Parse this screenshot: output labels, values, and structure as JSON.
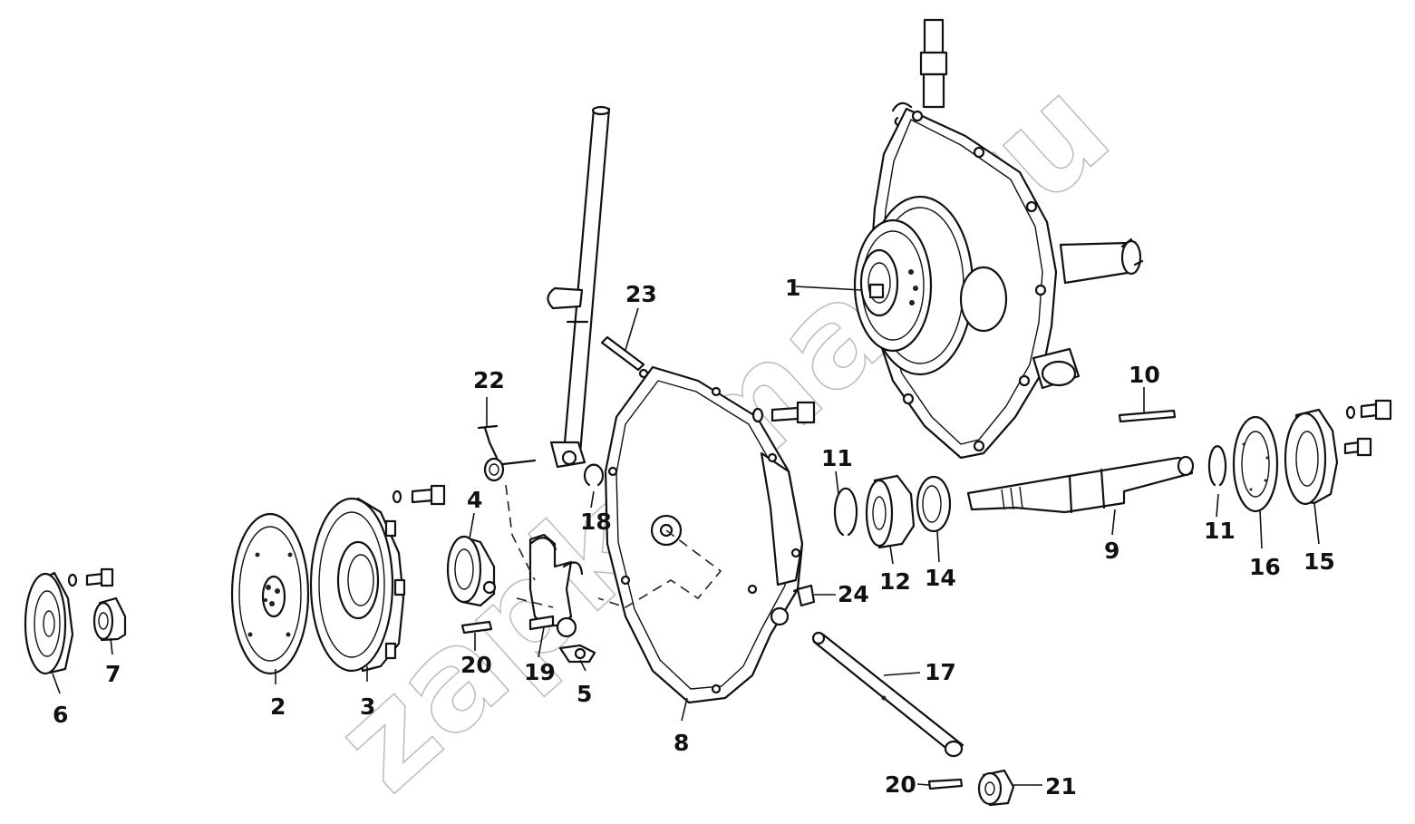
{
  "watermark": "zapkamaz.ru",
  "callouts": [
    {
      "id": "1",
      "text": "1"
    },
    {
      "id": "2",
      "text": "2"
    },
    {
      "id": "3",
      "text": "3"
    },
    {
      "id": "4",
      "text": "4"
    },
    {
      "id": "5",
      "text": "5"
    },
    {
      "id": "6",
      "text": "6"
    },
    {
      "id": "7",
      "text": "7"
    },
    {
      "id": "8",
      "text": "8"
    },
    {
      "id": "9",
      "text": "9"
    },
    {
      "id": "10",
      "text": "10"
    },
    {
      "id": "11a",
      "text": "11"
    },
    {
      "id": "11b",
      "text": "11"
    },
    {
      "id": "12",
      "text": "12"
    },
    {
      "id": "14",
      "text": "14"
    },
    {
      "id": "15",
      "text": "15"
    },
    {
      "id": "16",
      "text": "16"
    },
    {
      "id": "17",
      "text": "17"
    },
    {
      "id": "18",
      "text": "18"
    },
    {
      "id": "19",
      "text": "19"
    },
    {
      "id": "20a",
      "text": "20"
    },
    {
      "id": "20b",
      "text": "20"
    },
    {
      "id": "21",
      "text": "21"
    },
    {
      "id": "22",
      "text": "22"
    },
    {
      "id": "23",
      "text": "23"
    },
    {
      "id": "24",
      "text": "24"
    }
  ]
}
